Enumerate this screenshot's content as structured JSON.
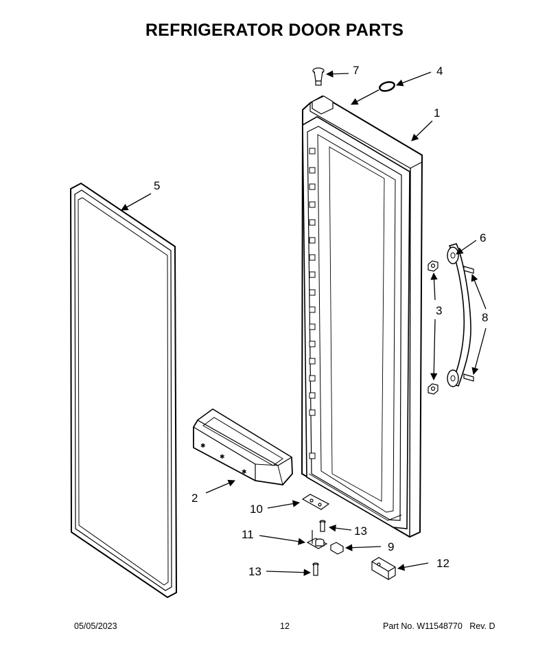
{
  "title": "REFRIGERATOR DOOR PARTS",
  "callouts": [
    {
      "id": "c1",
      "label": "1"
    },
    {
      "id": "c2",
      "label": "2"
    },
    {
      "id": "c3",
      "label": "3"
    },
    {
      "id": "c4",
      "label": "4"
    },
    {
      "id": "c5",
      "label": "5"
    },
    {
      "id": "c6",
      "label": "6"
    },
    {
      "id": "c7",
      "label": "7"
    },
    {
      "id": "c8",
      "label": "8"
    },
    {
      "id": "c9",
      "label": "9"
    },
    {
      "id": "c10",
      "label": "10"
    },
    {
      "id": "c11",
      "label": "11"
    },
    {
      "id": "c12",
      "label": "12"
    },
    {
      "id": "c13a",
      "label": "13"
    },
    {
      "id": "c13b",
      "label": "13"
    }
  ],
  "footer": {
    "date": "05/05/2023",
    "page": "12",
    "part_label": "Part No.",
    "part_number": "W11548770",
    "rev_label": "Rev.",
    "rev": "D"
  }
}
